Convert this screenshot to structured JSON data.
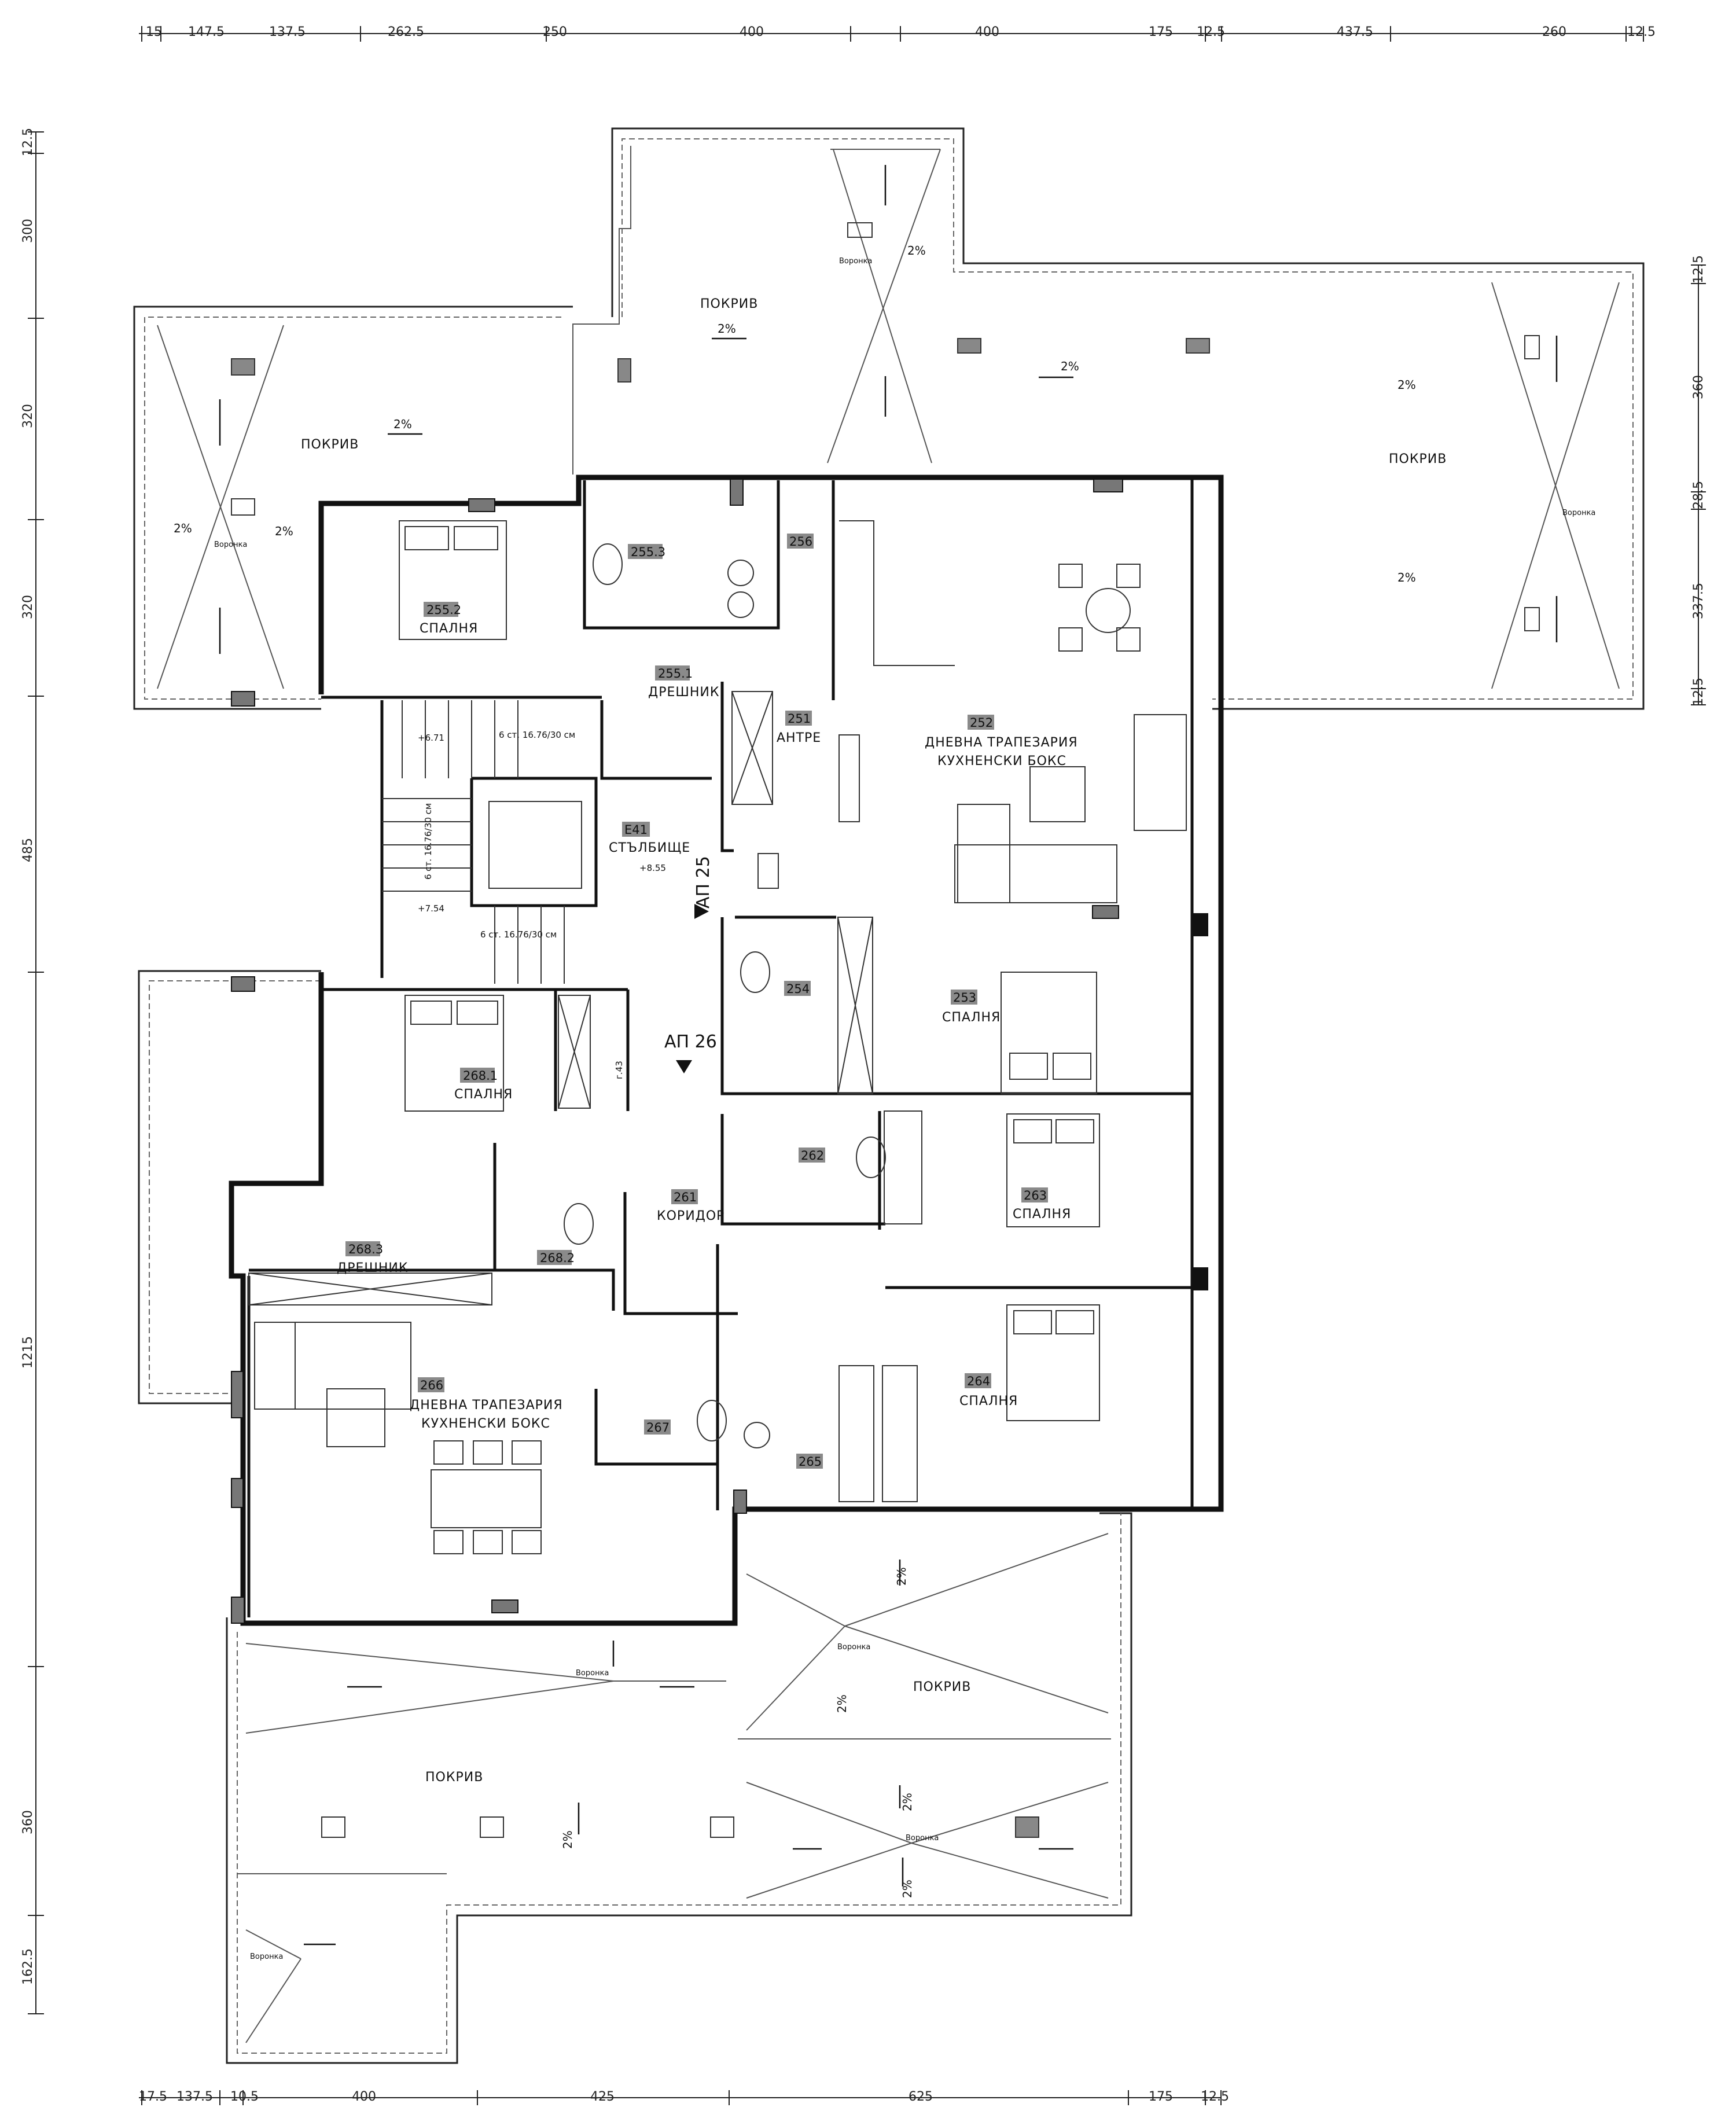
{
  "dimensions": {
    "top": [
      "15",
      "147.5",
      "137.5",
      "262.5",
      "250",
      "400",
      "400",
      "175",
      "12.5",
      "437.5",
      "260",
      "12.5"
    ],
    "bottom": [
      "17.5",
      "137.5",
      "10.5",
      "400",
      "425",
      "625",
      "175",
      "12.5"
    ],
    "left": [
      "12.5",
      "300",
      "320",
      "320",
      "485",
      "1215",
      "360",
      "162.5"
    ],
    "right": [
      "12.5",
      "360",
      "28.5",
      "337.5",
      "12.5"
    ]
  },
  "rooms": {
    "r255_2": {
      "num": "255.2",
      "name": "СПАЛНЯ"
    },
    "r255_3": {
      "num": "255.3"
    },
    "r256": {
      "num": "256"
    },
    "r255_1": {
      "num": "255.1",
      "name": "ДРЕШНИК"
    },
    "r251": {
      "num": "251",
      "name": "АНТРЕ"
    },
    "r252": {
      "num": "252",
      "name1": "ДНЕВНА ТРАПЕЗАРИЯ",
      "name2": "КУХНЕНСКИ БОКС"
    },
    "e41": {
      "num": "Е41",
      "name": "СТЪЛБИЩЕ"
    },
    "r254": {
      "num": "254"
    },
    "r253": {
      "num": "253",
      "name": "СПАЛНЯ"
    },
    "r268_1": {
      "num": "268.1",
      "name": "СПАЛНЯ"
    },
    "r262": {
      "num": "262"
    },
    "r263": {
      "num": "263",
      "name": "СПАЛНЯ"
    },
    "r261": {
      "num": "261",
      "name": "КОРИДОР"
    },
    "r268_3": {
      "num": "268.3",
      "name": "ДРЕШНИК"
    },
    "r268_2": {
      "num": "268.2"
    },
    "r264": {
      "num": "264",
      "name": "СПАЛНЯ"
    },
    "r266": {
      "num": "266",
      "name1": "ДНЕВНА ТРАПЕЗАРИЯ",
      "name2": "КУХНЕНСКИ БОКС"
    },
    "r267": {
      "num": "267"
    },
    "r265": {
      "num": "265"
    }
  },
  "apartments": {
    "ap25": "АП 25",
    "ap26": "АП 26"
  },
  "roof": {
    "label": "ПОКРИВ",
    "slope": "2%",
    "drain": "Воронка"
  },
  "stairs": {
    "flight_top": "6 ст. 16.76/30 см",
    "flight_side": "6 ст. 16.76/30 см",
    "flight_bottom": "6 ст. 16.76/30 см",
    "level_top": "+6.71",
    "level_mid": "+8.55",
    "level_bottom": "+7.54"
  },
  "annotations": {
    "door_note": "г.43"
  }
}
